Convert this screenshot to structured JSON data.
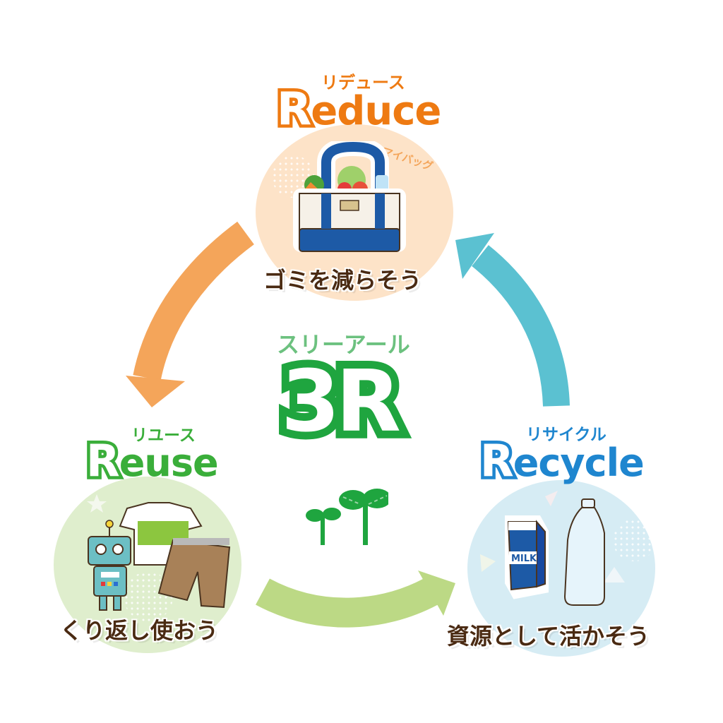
{
  "center": {
    "reading": "スリーアール",
    "title": "3R",
    "icon": "sprout-icon"
  },
  "colors": {
    "reduce": "#ee7a12",
    "reuse": "#3aae3a",
    "recycle": "#1f86cf",
    "center_green": "#1fa53f",
    "arrow_orange": "#f4a55a",
    "arrow_green": "#bcd985",
    "arrow_blue": "#5bc1d1",
    "reduce_bg": "#fde3c8",
    "reuse_bg": "#dfeecd",
    "recycle_bg": "#d6ecf4",
    "caption": "#4a2a12"
  },
  "reduce": {
    "reading": "リデュース",
    "initial": "R",
    "rest": "educe",
    "illustration_label": "マイバッグ",
    "illustration": "tote-bag-icon",
    "caption": "ゴミを減らそう"
  },
  "reuse": {
    "reading": "リユース",
    "initial": "R",
    "rest": "euse",
    "illustration": "robot-and-clothes-icon",
    "caption": "くり返し使おう"
  },
  "recycle": {
    "reading": "リサイクル",
    "initial": "R",
    "rest": "ecycle",
    "milk_label": "MILK",
    "illustration": "milk-carton-and-bottle-icon",
    "caption": "資源として活かそう"
  },
  "arrows": [
    {
      "from": "reduce",
      "to": "reuse",
      "icon": "arrow-icon"
    },
    {
      "from": "reuse",
      "to": "recycle",
      "icon": "arrow-icon"
    },
    {
      "from": "recycle",
      "to": "reduce",
      "icon": "arrow-icon"
    }
  ]
}
